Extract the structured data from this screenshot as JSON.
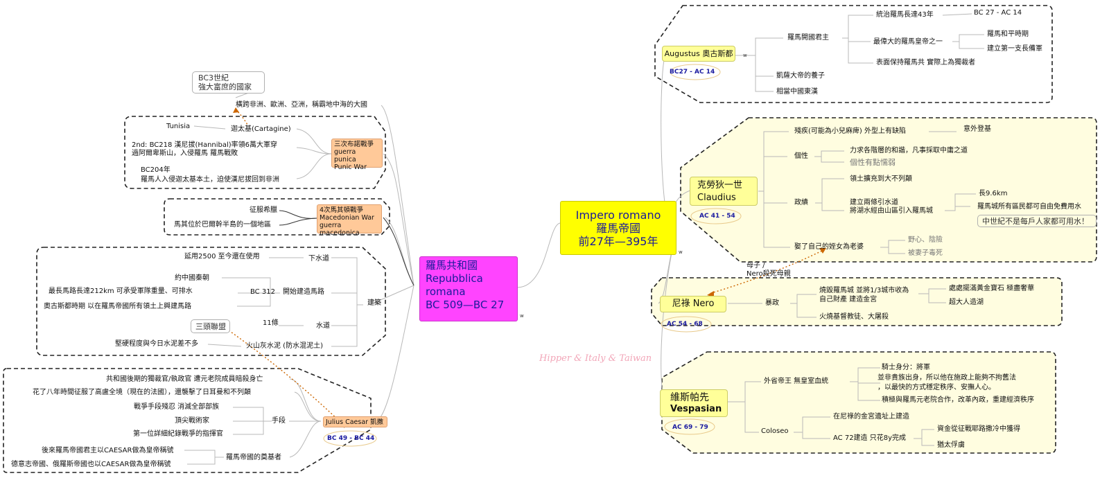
{
  "central": {
    "line1": "Impero romano",
    "line2": "羅馬帝國",
    "line3": "前27年—395年"
  },
  "republic": {
    "line1": "羅馬共和國",
    "line2": "Repubblica",
    "line3": "romana",
    "line4": "BC 509—BC 27"
  },
  "marker_w": "w",
  "note_bc3": {
    "line1": "BC3世紀",
    "line2": "強大富庶的國家"
  },
  "heng_kua": "橫跨非洲、歐洲、亞洲，稱霸地中海的大國",
  "punic": {
    "label_line1": "三次布諾戰爭",
    "label_line2": "guerra punica",
    "label_line3": "Punic War",
    "tunisia": "Tunisia",
    "carthage": "迦太基(Cartagine)",
    "second_line1": "2nd: BC218  漢尼拔(Hannibal)率領6萬大軍穿",
    "second_line2": "過阿爾卑斯山，入侵羅馬  羅馬戰敗",
    "bc204_line1": "BC204年",
    "bc204_line2": "羅馬人入侵迦太基本土，迫使漢尼拔回到非洲"
  },
  "macedonian": {
    "label_line1": "4次馬其頓戰爭",
    "label_line2": "Macedonian War",
    "label_line3": "guerra macedonica",
    "conquer": "征服希臘",
    "location": "馬其位於巴爾幹半島的一個地區"
  },
  "architecture": {
    "label": "建築",
    "sewer": "下水道",
    "sewer_detail": "延用2500  至今還在使用",
    "road_start": "開始建造馬路",
    "bc312": "BC 312",
    "china": "約中國秦朝",
    "longest": "最長馬路長達212km  可承受軍隊重量、可排水",
    "augustus_road": "奧古斯都時期  以在羅馬帝國所有領土上興建馬路",
    "aqueduct": "水道",
    "eleven": "11條",
    "triumvirate": "三頭聯盟",
    "concrete": "火山灰水泥 (防水混泥土)",
    "concrete_detail": "堅硬程度與今日水泥差不多"
  },
  "caesar": {
    "label": "Julius Caesar 凱撒",
    "dates": "BC 49 - BC 44",
    "dictator": "共和國後期的獨裁官/執政官  遭元老院成員暗殺身亡",
    "gaul": "花了八年時間征服了高盧全境（現在的法國），還襲擊了日耳曼和不列顛",
    "methods": "手段",
    "brutal": "戰爭手段殘忍  消滅全部部族",
    "tactician": "頂尖戰術家",
    "recorder": "第一位詳細紀錄戰爭的指揮官",
    "founder": "羅馬帝國的奠基者",
    "title1": "後來羅馬帝國君主以CAESAR做為皇帝稱號",
    "title2": "德意志帝國、俄羅斯帝國也以CAESAR做為皇帝稱號"
  },
  "augustus": {
    "name": "Augustus 奧古斯都",
    "dates": "BC27 - AC 14",
    "founder": "羅馬開國君主",
    "reign": "統治羅馬長達43年",
    "reign_dates": "BC 27 - AC 14",
    "greatest": "最偉大的羅馬皇帝之一",
    "peace": "羅馬和平時期",
    "army": "建立第一支長備軍",
    "republic": "表面保持羅馬共  實際上為獨裁者",
    "adopted": "凱薩大帝的養子",
    "han": "相當中國東漢"
  },
  "claudius": {
    "name_line1": "克勞狄一世",
    "name_line2": "Claudius",
    "dates": "AC 41 - 54",
    "disability": "殘疾(可能為小兒麻痺)  外型上有缺陷",
    "accident": "意外登基",
    "personality": "個性",
    "harmony": "力求各階層的和諧，凡事採取中庸之道",
    "weak": "個性有點懦弱",
    "politics": "政績",
    "expand": "領土擴充到大不列顛",
    "aqueduct_line1": "建立兩條引水道",
    "aqueduct_line2": "將湖水經由山區引入羅馬城",
    "length": "長9.6km",
    "free_water": "羅馬城所有區民都可自由免費用水",
    "note": "中世紀不是每戶人家都可用水！",
    "married": "娶了自己的姪女為老婆",
    "ambition": "野心、陰險",
    "poisoned": "被妻子毒死"
  },
  "nero_link": {
    "line1": "母子 /",
    "line2": "Nero殺死母親"
  },
  "nero": {
    "name": "尼祿 Nero",
    "dates": "AC 54 - 68",
    "tyranny": "暴政",
    "burn_line1": "燒毀羅馬城  並將1/3城市收為",
    "burn_line2": "自己財產  建造金宮",
    "gold": "處處擺滿黃金寶石  極盡奢華",
    "lake": "超大人造湖",
    "christians": "火燒基督教徒、大屠殺"
  },
  "vespasian": {
    "name_line1": "維斯帕先",
    "name_line2": "Vespasian",
    "dates": "AC 69 - 79",
    "outsider": "外省帝王  無皇室血統",
    "knight": "騎士身分：將軍",
    "nonnoble_line1": "並非貴族出身，所以他在施政上能夠不拘舊法",
    "nonnoble_line2": "，以最快的方式穩定秩序、安撫人心。",
    "senate": "積極與羅馬元老院合作，改革內政，重建經濟秩序",
    "colosseo": "Coloseo",
    "site": "在尼祿的金宮遺址上建造",
    "ac72": "AC 72建造  只花8y完成",
    "funds": "資金從征戰耶路撒冷中獲得",
    "captives": "猶太俘虜"
  },
  "watermark": "Hipper & Italy & Taiwan",
  "colors": {
    "central": "#ffff00",
    "republic": "#ff44ff",
    "emperor": "#ffff99",
    "orange": "#ffc999",
    "boundary_fill": "#fffde0",
    "date_text": "#1a1aa0",
    "link": "#cc6600"
  }
}
